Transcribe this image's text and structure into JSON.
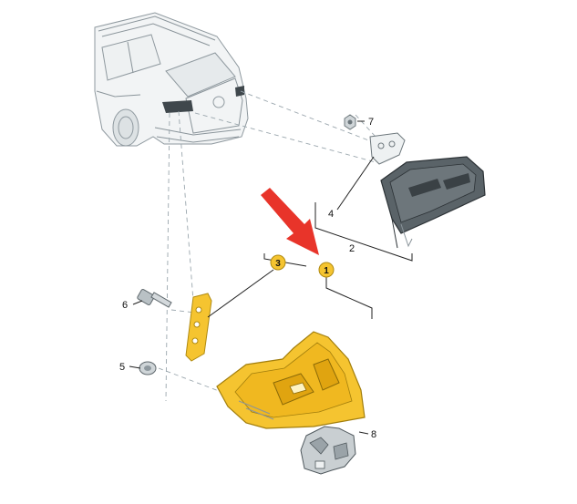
{
  "callouts": {
    "c1": "1",
    "c2": "2",
    "c3": "3",
    "c4": "4",
    "c5": "5",
    "c6": "6",
    "c7": "7",
    "c8": "8"
  },
  "colors": {
    "highlight": "#f5c430",
    "highlight_dark": "#b08a10",
    "arrow": "#e8342a",
    "inner_lamp": "#4b545a",
    "line": "#222222"
  },
  "icons": {
    "pointer": "red-arrow-icon"
  }
}
